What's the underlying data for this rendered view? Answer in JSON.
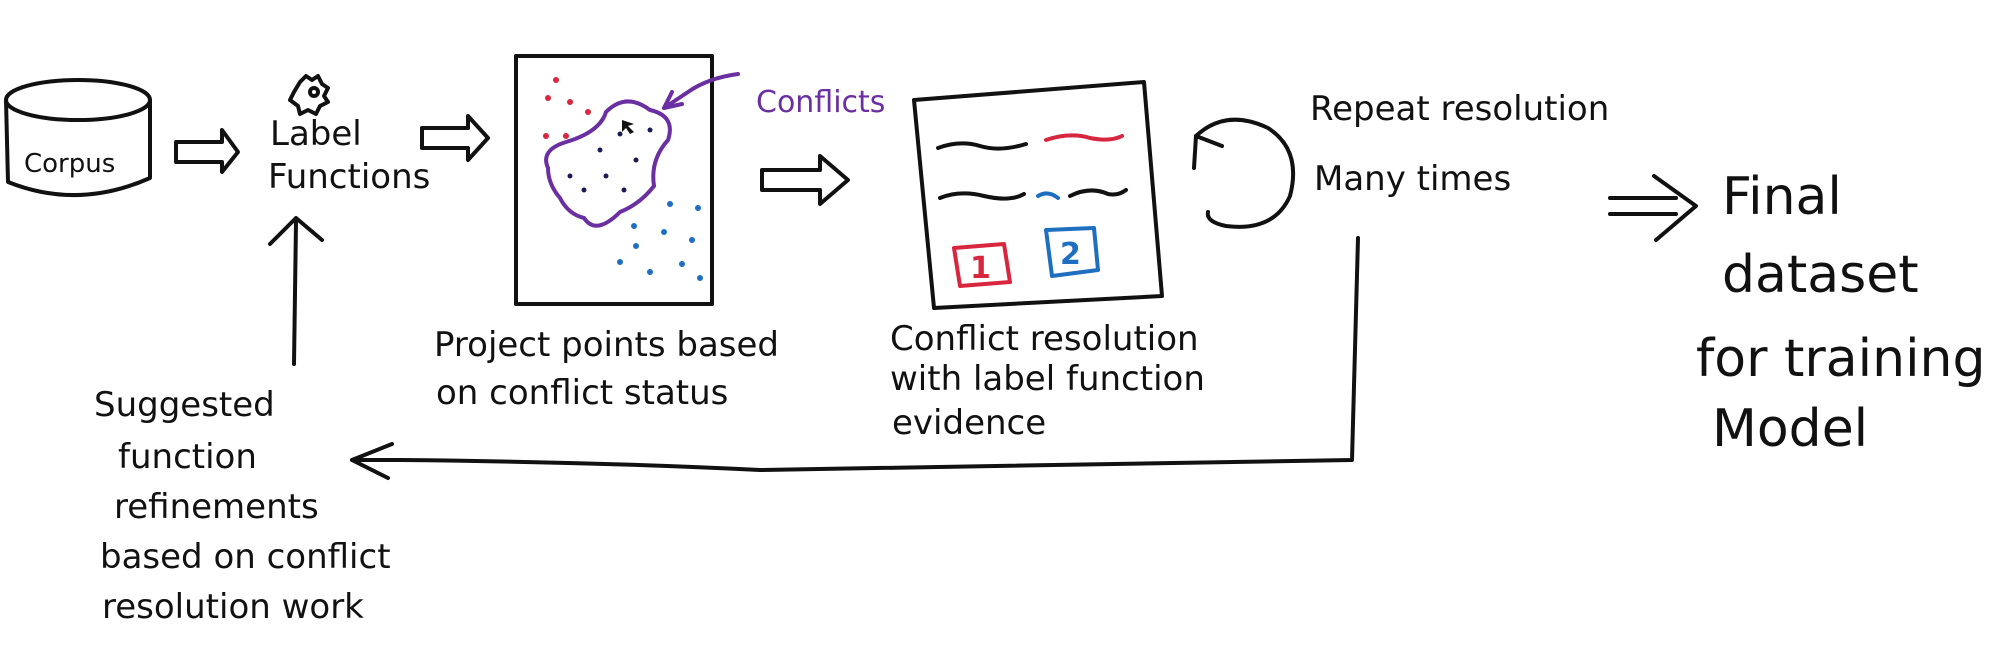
{
  "diagram": {
    "corpus": "Corpus",
    "label_functions": [
      "Label",
      "Functions"
    ],
    "conflicts_label": "Conflicts",
    "project_caption": [
      "Project points based",
      "on conflict status"
    ],
    "resolution_caption": [
      "Conflict resolution",
      "with label function",
      "evidence"
    ],
    "repeat_text": [
      "Repeat resolution",
      "Many times"
    ],
    "final_text": [
      "Final",
      "dataset",
      "for training",
      "Model"
    ],
    "refinements_text": [
      "Suggested",
      "function",
      "refinements",
      "based on conflict",
      "resolution work"
    ],
    "card_numbers": [
      "1",
      "2"
    ]
  },
  "colors": {
    "ink": "#111111",
    "purple": "#6a2fa0",
    "red": "#d7263d",
    "blue": "#1f6fc0"
  }
}
